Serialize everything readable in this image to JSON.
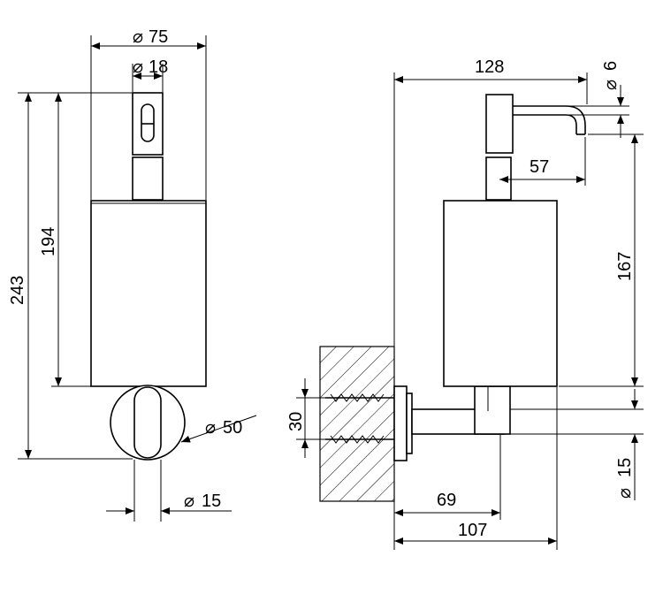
{
  "front_view": {
    "dim_outer_diameter": "75",
    "dim_pump_diameter": "18",
    "dim_overall_height": "243",
    "dim_body_height": "194",
    "dim_rosette_diameter": "50",
    "dim_arm_diameter": "15"
  },
  "side_view": {
    "dim_overall_depth": "128",
    "dim_spout_diameter": "6",
    "dim_spout_reach": "57",
    "dim_spout_height": "167",
    "dim_screw_spacing": "30",
    "dim_arm_diameter": "15",
    "dim_arm_projection": "69",
    "dim_wall_to_body_center": "107"
  },
  "symbols": {
    "diameter": "⌀"
  }
}
